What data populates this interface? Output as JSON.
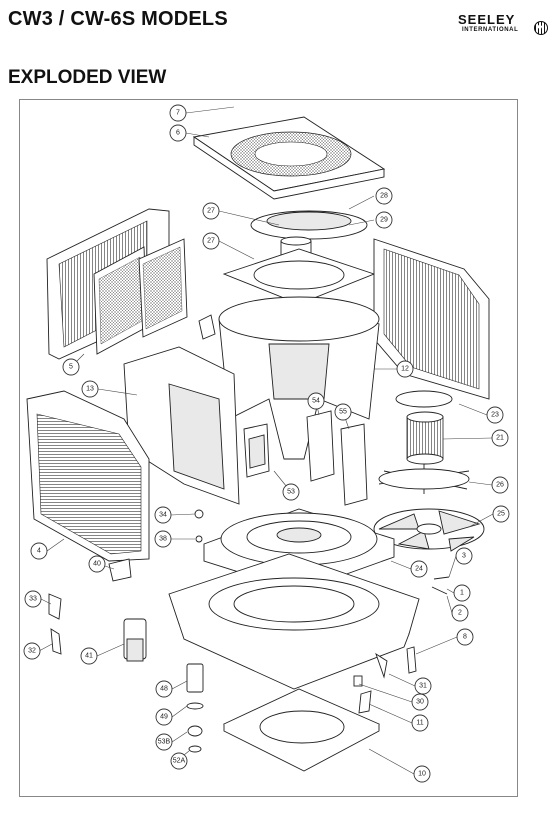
{
  "header": {
    "title": "CW3 / CW-6S MODELS",
    "logo_text": "SEELEY",
    "logo_subtext": "INTERNATIONAL"
  },
  "section": {
    "title": "EXPLODED VIEW"
  },
  "diagram": {
    "callouts": [
      "7",
      "6",
      "28",
      "29",
      "27",
      "27",
      "5",
      "12",
      "13",
      "54",
      "55",
      "23",
      "21",
      "26",
      "53",
      "34",
      "38",
      "25",
      "4",
      "40",
      "24",
      "3",
      "1",
      "2",
      "33",
      "8",
      "32",
      "41",
      "31",
      "48",
      "30",
      "49",
      "11",
      "53B",
      "52A",
      "10"
    ]
  }
}
